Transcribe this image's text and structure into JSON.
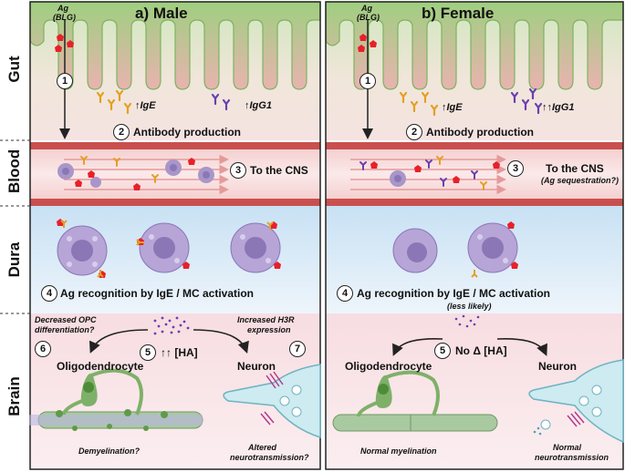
{
  "side_labels": [
    "Gut",
    "Blood",
    "Dura",
    "Brain"
  ],
  "panels": {
    "male": {
      "title": "a) Male",
      "ag_label_1": "Ag",
      "ag_label_2": "(BLG)",
      "steps": [
        "1",
        "2",
        "3",
        "4",
        "5",
        "6",
        "7"
      ],
      "ige_label": "↑IgE",
      "igg1_label": "↑IgG1",
      "antibody_production": "Antibody production",
      "to_cns": "To the CNS",
      "ag_recognition": "Ag recognition by IgE / MC activation",
      "opc_note_1": "Decreased OPC",
      "opc_note_2": "differentiation?",
      "h3r_note_1": "Increased H3R",
      "h3r_note_2": "expression",
      "ha_label": "↑↑ [HA]",
      "oligodendrocyte": "Oligodendrocyte",
      "neuron": "Neuron",
      "demyelination": "Demyelination?",
      "altered_1": "Altered",
      "altered_2": "neurotransmission?"
    },
    "female": {
      "title": "b) Female",
      "ag_label_1": "Ag",
      "ag_label_2": "(BLG)",
      "steps": [
        "1",
        "2",
        "3",
        "4",
        "5"
      ],
      "ige_label": "↑IgE",
      "igg1_label": "↑↑IgG1",
      "antibody_production": "Antibody production",
      "to_cns": "To the CNS",
      "sequestration": "(Ag sequestration?)",
      "ag_recognition": "Ag recognition by IgE / MC activation",
      "less_likely": "(less likely)",
      "ha_label": "No Δ [HA]",
      "oligodendrocyte": "Oligodendrocyte",
      "neuron": "Neuron",
      "normal_myelination": "Normal myelination",
      "normal_1": "Normal",
      "normal_2": "neurotransmission"
    }
  },
  "colors": {
    "gut": "#e9f3df",
    "villus": "#a9d18e",
    "blood_vessel": "#c94b4b",
    "dura": "#dcebf7",
    "brain": "#fbe3e6",
    "mast_cell": "#a996c9",
    "antigen": "#e8202a",
    "ige": "#e3a020",
    "igg1": "#6a3fb0",
    "oligodendrocyte": "#7fb069",
    "neuron": "#bfe3ea"
  }
}
